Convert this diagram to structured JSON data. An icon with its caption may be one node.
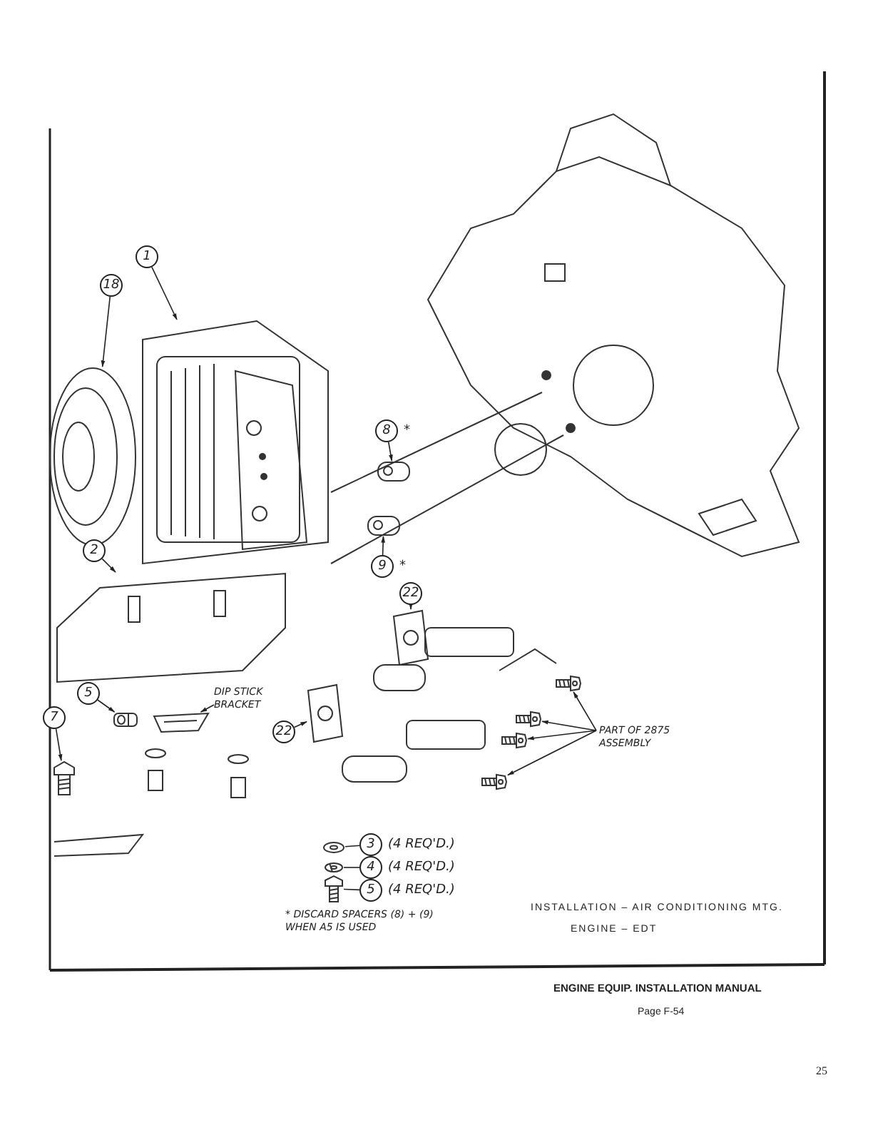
{
  "diagram": {
    "nodes": [
      {
        "text": [
          "1"
        ]
      },
      {
        "text": [
          "18"
        ]
      },
      {
        "text": [
          "8"
        ],
        "beside": [
          "*"
        ]
      },
      {
        "text": [
          "9"
        ],
        "beside": [
          "*"
        ]
      },
      {
        "text": [
          "2"
        ]
      },
      {
        "text": [
          "22"
        ]
      },
      {
        "text": [
          "DIP STICK BRACKET"
        ]
      },
      {
        "text": [
          "22"
        ]
      },
      {
        "text": [
          "PART OF 2875 ASSEMBLY"
        ]
      },
      {
        "text": [
          "5"
        ]
      },
      {
        "text": [
          "7"
        ]
      },
      {
        "text": [
          "3"
        ],
        "beside": [
          "(4 REQ'D.)"
        ]
      },
      {
        "text": [
          "4"
        ],
        "beside": [
          "(4 REQ'D.)"
        ]
      },
      {
        "text": [
          "5"
        ],
        "beside": [
          "(4 REQ'D.)"
        ]
      },
      {
        "text": [],
        "shape": "picture"
      },
      {
        "text": [],
        "shape": "picture"
      },
      {
        "text": [],
        "shape": "picture"
      },
      {
        "text": [],
        "shape": "picture"
      },
      {
        "text": [],
        "shape": "picture"
      },
      {
        "text": [],
        "shape": "picture"
      },
      {
        "text": [],
        "shape": "picture"
      },
      {
        "text": [],
        "shape": "picture"
      },
      {
        "text": [],
        "shape": "picture"
      },
      {
        "text": [],
        "shape": "picture"
      },
      {
        "text": [],
        "shape": "picture"
      },
      {
        "text": [],
        "shape": "picture"
      },
      {
        "text": [],
        "shape": "picture"
      },
      {
        "text": [],
        "shape": "picture"
      },
      {
        "text": [],
        "shape": "picture"
      },
      {
        "text": [],
        "shape": "picture"
      },
      {
        "text": [],
        "shape": "picture"
      }
    ],
    "edges": [
      {
        "from": 0,
        "to": 14,
        "arrow": "to"
      },
      {
        "from": 1,
        "to": 15,
        "arrow": "to"
      },
      {
        "from": 2,
        "to": 17,
        "arrow": "to"
      },
      {
        "from": 3,
        "to": 18,
        "arrow": "to"
      },
      {
        "from": 4,
        "to": 16,
        "arrow": "to"
      },
      {
        "from": 5,
        "to": 19,
        "arrow": "to"
      },
      {
        "from": 6,
        "to": 20,
        "arrow": "to"
      },
      {
        "from": 7,
        "to": 21,
        "arrow": "to"
      },
      {
        "from": 8,
        "to": 22,
        "arrow": "to"
      },
      {
        "from": 8,
        "to": 23,
        "arrow": "to"
      },
      {
        "from": 8,
        "to": 24,
        "arrow": "to"
      },
      {
        "from": 8,
        "to": 25,
        "arrow": "to"
      },
      {
        "from": 9,
        "to": 26,
        "arrow": "to"
      },
      {
        "from": 10,
        "to": 27,
        "arrow": "to"
      },
      {
        "from": 11,
        "to": 28,
        "arrow": "none"
      },
      {
        "from": 12,
        "to": 29,
        "arrow": "none"
      },
      {
        "from": 13,
        "to": 30,
        "arrow": "none"
      }
    ],
    "labels": [
      "* DISCARD SPACERS (8) + (9) WHEN A5 IS USED",
      "INSTALLATION – AIR CONDITIONING MTG.",
      "ENGINE – EDT",
      "ENGINE EQUIP. INSTALLATION MANUAL",
      "Page F-54",
      "25"
    ]
  }
}
